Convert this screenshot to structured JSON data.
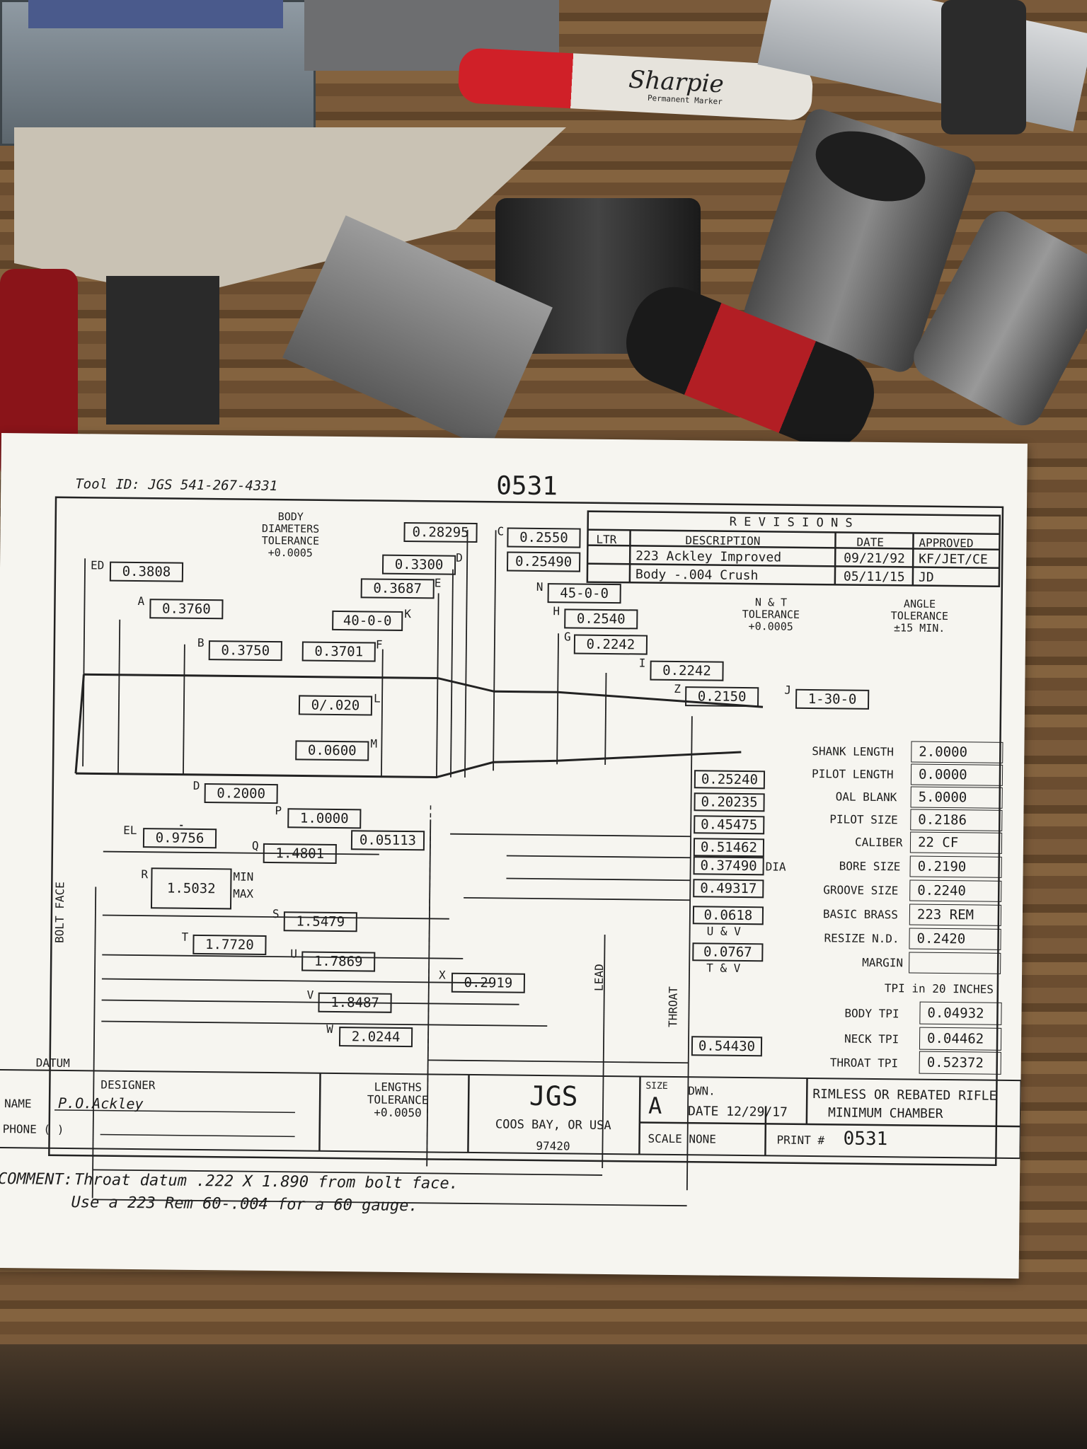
{
  "header": {
    "tool_id": "Tool ID: JGS 541-267-4331",
    "print_number_top": "0531"
  },
  "body_tolerance": {
    "lines": [
      "BODY",
      "DIAMETERS",
      "TOLERANCE",
      "+0.0005"
    ]
  },
  "revisions": {
    "title": "R E V I S I O N S",
    "columns": [
      "LTR",
      "DESCRIPTION",
      "DATE",
      "APPROVED"
    ],
    "rows": [
      {
        "ltr": "",
        "description": "223 Ackley Improved",
        "date": "09/21/92",
        "approved": "KF/JET/CE"
      },
      {
        "ltr": "",
        "description": "Body -.004 Crush",
        "date": "05/11/15",
        "approved": "JD"
      }
    ]
  },
  "nt_tolerance": {
    "lines": [
      "N & T",
      "TOLERANCE",
      "+0.0005"
    ]
  },
  "angle_tolerance": {
    "lines": [
      "ANGLE",
      "TOLERANCE",
      "±15 MIN."
    ]
  },
  "dimensions": {
    "ed": {
      "letter": "ED",
      "value": "0.3808"
    },
    "a": {
      "letter": "A",
      "value": "0.3760"
    },
    "b": {
      "letter": "B",
      "value": "0.3750"
    },
    "f": {
      "letter": "F",
      "value": "0.3701"
    },
    "k": {
      "letter": "K",
      "value": "40-0-0"
    },
    "e": {
      "letter": "E",
      "value": "0.3687"
    },
    "d_top": {
      "letter": "D",
      "value": "0.3300"
    },
    "c1": {
      "letter": "",
      "value": "0.28295"
    },
    "c2": {
      "letter": "C",
      "value": "0.2550"
    },
    "c3": {
      "letter": "",
      "value": "0.25490"
    },
    "n": {
      "letter": "N",
      "value": "45-0-0"
    },
    "h": {
      "letter": "H",
      "value": "0.2540"
    },
    "g": {
      "letter": "G",
      "value": "0.2242"
    },
    "i": {
      "letter": "I",
      "value": "0.2242"
    },
    "z": {
      "letter": "Z",
      "value": "0.2150"
    },
    "j": {
      "letter": "J",
      "value": "1-30-0"
    },
    "l": {
      "letter": "L",
      "value": "0/.020"
    },
    "m": {
      "letter": "M",
      "value": "0.0600"
    },
    "d_low": {
      "letter": "D",
      "value": "0.2000"
    },
    "p": {
      "letter": "P",
      "value": "1.0000"
    },
    "el": {
      "letter": "EL",
      "value": "0.9756"
    },
    "o": {
      "letter": "",
      "value": "0.05113"
    },
    "q": {
      "letter": "Q",
      "value": "1.4801"
    },
    "r": {
      "letter": "R",
      "value": "1.5032",
      "min": "MIN",
      "max": "MAX"
    },
    "s": {
      "letter": "S",
      "value": "1.5479"
    },
    "t": {
      "letter": "T",
      "value": "1.7720"
    },
    "u": {
      "letter": "U",
      "value": "1.7869"
    },
    "x": {
      "letter": "X",
      "value": "0.2919"
    },
    "v": {
      "letter": "V",
      "value": "1.8487"
    },
    "w": {
      "letter": "W",
      "value": "2.0244"
    }
  },
  "right_column": {
    "values": [
      "0.25240",
      "0.20235",
      "0.45475",
      "0.51462",
      "0.37490",
      "0.49317",
      "0.0618",
      "0.0767",
      "0.54430"
    ],
    "dia": "DIA",
    "uv": "U & V",
    "tv": "T & V"
  },
  "vertical_labels": {
    "bolt_face": "BOLT FACE",
    "lead": "LEAD",
    "throat": "THROAT",
    "datum": "DATUM"
  },
  "specs": [
    {
      "label": "SHANK LENGTH",
      "value": "2.0000"
    },
    {
      "label": "PILOT LENGTH",
      "value": "0.0000"
    },
    {
      "label": "OAL BLANK",
      "value": "5.0000"
    },
    {
      "label": "PILOT SIZE",
      "value": "0.2186"
    },
    {
      "label": "CALIBER",
      "value": "22 CF"
    },
    {
      "label": "BORE SIZE",
      "value": "0.2190"
    },
    {
      "label": "GROOVE SIZE",
      "value": "0.2240"
    },
    {
      "label": "BASIC BRASS",
      "value": "223 REM"
    },
    {
      "label": "RESIZE N.D.",
      "value": "0.2420"
    },
    {
      "label": "MARGIN",
      "value": ""
    }
  ],
  "tpi": {
    "heading": "TPI in 20 INCHES",
    "rows": [
      {
        "label": "BODY TPI",
        "value": "0.04932"
      },
      {
        "label": "NECK TPI",
        "value": "0.04462"
      },
      {
        "label": "THROAT TPI",
        "value": "0.52372"
      }
    ]
  },
  "title_block": {
    "designer": "DESIGNER",
    "name_label": "NAME",
    "name_value": "P.O.Ackley",
    "phone_label": "PHONE (      )",
    "lengths_tol": [
      "LENGTHS",
      "TOLERANCE",
      "+0.0050"
    ],
    "company": "JGS",
    "city": "COOS BAY, OR USA",
    "zip": "97420",
    "size_label": "SIZE",
    "size_value": "A",
    "dwn": "DWN.",
    "date": "DATE 12/29/17",
    "scale": "SCALE   NONE",
    "print_label": "PRINT #",
    "print_value": "0531",
    "title1": "RIMLESS OR REBATED RIFLE",
    "title2": "MINIMUM CHAMBER"
  },
  "comment": {
    "label": "COMMENT:",
    "line1": "Throat datum .222 X 1.890 from bolt face.",
    "line2": "Use a 223 Rem 60-.004 for a 60 gauge."
  },
  "marker": {
    "brand": "Sharpie",
    "sub": "Permanent Marker"
  }
}
